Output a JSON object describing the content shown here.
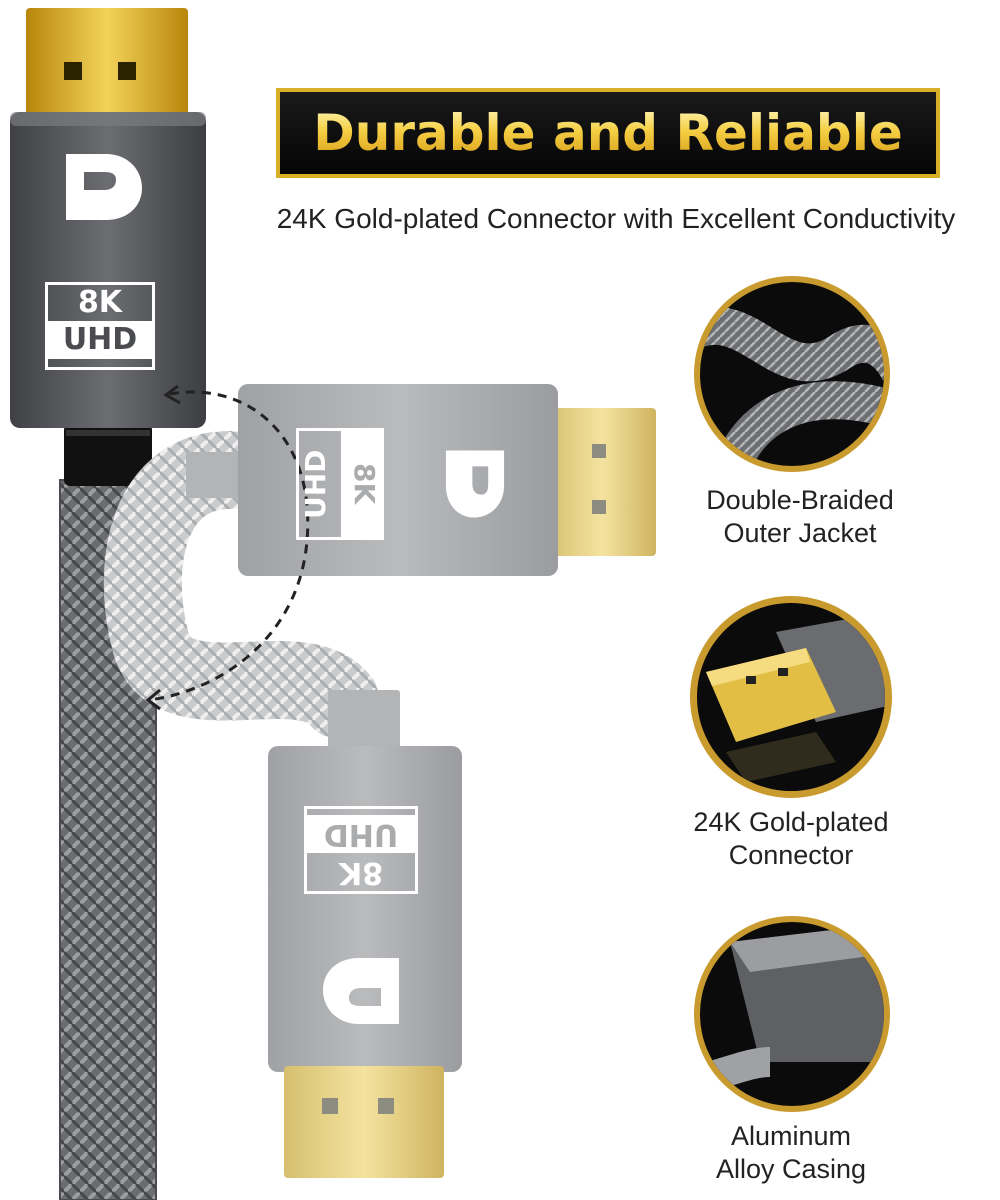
{
  "banner": {
    "title": "Durable and Reliable"
  },
  "subtitle": "24K Gold-plated Connector with Excellent Conductivity",
  "connector_badge": {
    "resolution": "8K",
    "format": "UHD"
  },
  "logo": {
    "glyph": "DP"
  },
  "features": [
    {
      "icon": "braided-cable-icon",
      "line1": "Double-Braided",
      "line2": "Outer Jacket"
    },
    {
      "icon": "gold-connector-icon",
      "line1": "24K Gold-plated",
      "line2": "Connector"
    },
    {
      "icon": "aluminum-casing-icon",
      "line1": "Aluminum",
      "line2": "Alloy Casing"
    }
  ],
  "colors": {
    "gold": "#d8b028",
    "casing": "#5d5f63",
    "casing_light": "#a9abad",
    "braid": "#6f7175",
    "banner_bg": "#0d0d0d"
  }
}
